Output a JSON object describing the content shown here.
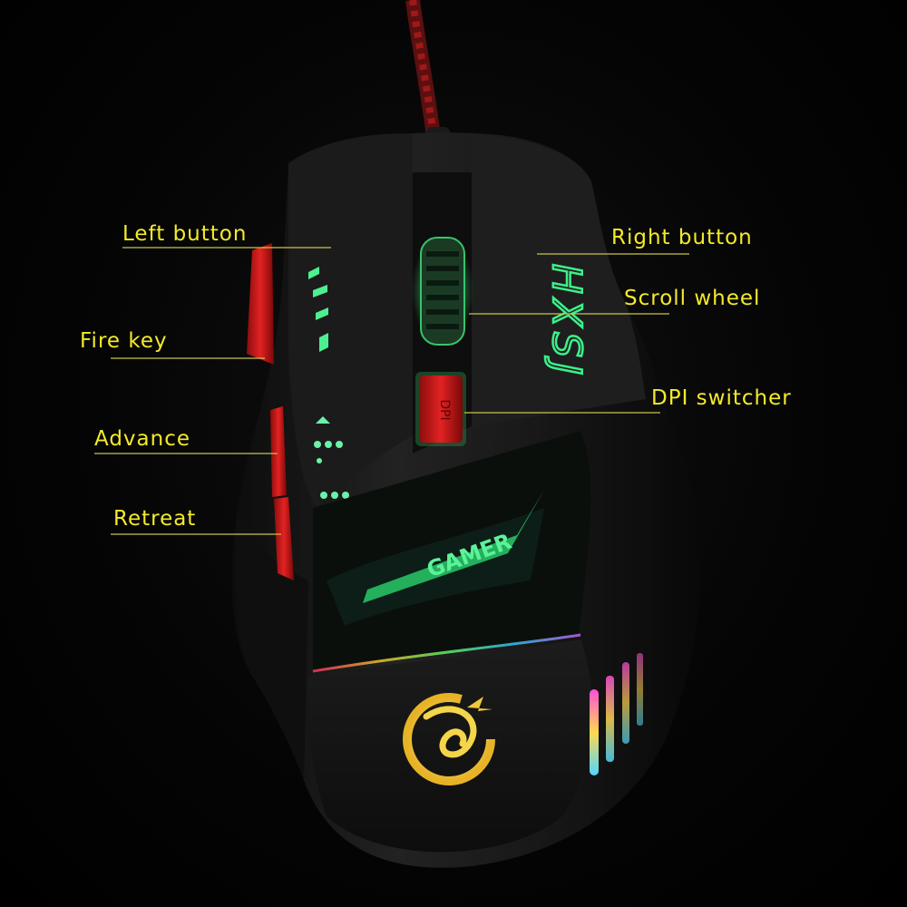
{
  "callouts": {
    "left_button": "Left button",
    "fire_key": "Fire key",
    "advance": "Advance",
    "retreat": "Retreat",
    "right_button": "Right button",
    "scroll_wheel": "Scroll wheel",
    "dpi_switcher": "DPI switcher"
  },
  "printed_on_mouse": {
    "brand_mark": "HXSJ",
    "dpi_key": "DPI",
    "palm_logo": "GAMER"
  },
  "colors": {
    "background": "#000000",
    "callout_text": "#f4ea2a",
    "leader_line": "#c9c34a",
    "mouse_body": "#161616",
    "side_buttons": "#d81b1b",
    "backlight": "#33d67a"
  }
}
